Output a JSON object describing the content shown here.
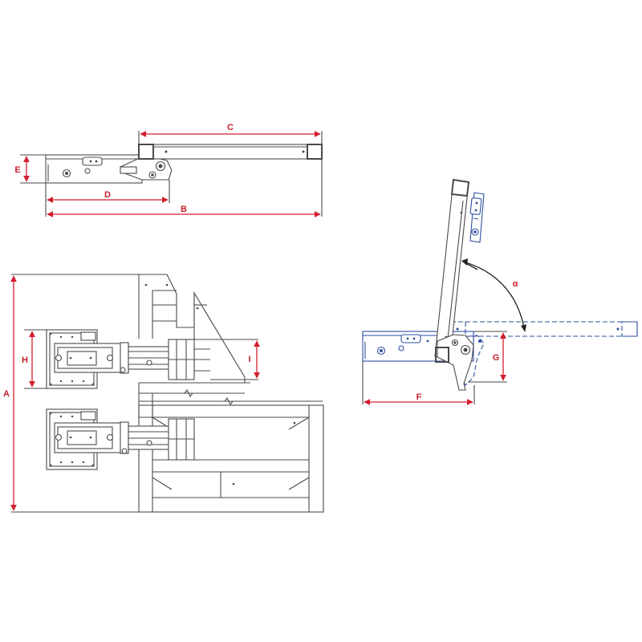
{
  "colors": {
    "dimension": "#d21f2f",
    "drawing": "#4a4a4a",
    "alternate_position": "#2e4fa0"
  },
  "dimension_labels": {
    "a": "A",
    "b": "B",
    "c": "C",
    "d": "D",
    "e": "E",
    "f": "F",
    "g": "G",
    "h": "H",
    "i": "I",
    "alpha": "α"
  }
}
